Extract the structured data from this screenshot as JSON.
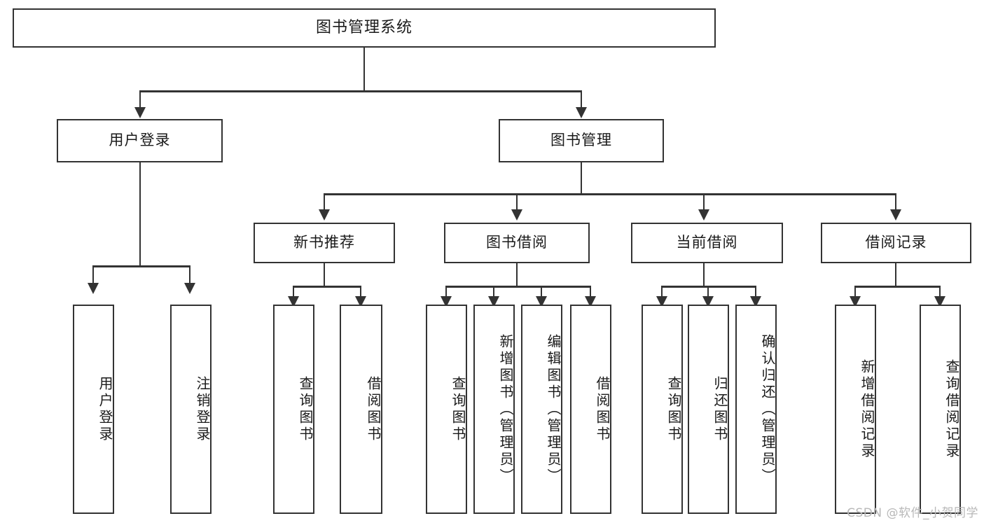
{
  "diagram": {
    "title": "图书管理系统",
    "type": "tree-hierarchy",
    "root": {
      "label": "图书管理系统"
    },
    "level2": [
      {
        "label": "用户登录"
      },
      {
        "label": "图书管理"
      }
    ],
    "level3": [
      {
        "label": "新书推荐",
        "parent": "图书管理"
      },
      {
        "label": "图书借阅",
        "parent": "图书管理"
      },
      {
        "label": "当前借阅",
        "parent": "图书管理"
      },
      {
        "label": "借阅记录",
        "parent": "图书管理"
      }
    ],
    "leaves": [
      {
        "label": "用户登录",
        "parent": "用户登录"
      },
      {
        "label": "注销登录",
        "parent": "用户登录"
      },
      {
        "label": "查询图书",
        "parent": "新书推荐"
      },
      {
        "label": "借阅图书",
        "parent": "新书推荐"
      },
      {
        "label": "查询图书",
        "parent": "图书借阅"
      },
      {
        "label": "新增图书（管理员）",
        "parent": "图书借阅"
      },
      {
        "label": "编辑图书（管理员）",
        "parent": "图书借阅"
      },
      {
        "label": "借阅图书",
        "parent": "图书借阅"
      },
      {
        "label": "查询图书",
        "parent": "当前借阅"
      },
      {
        "label": "归还图书",
        "parent": "当前借阅"
      },
      {
        "label": "确认归还（管理员）",
        "parent": "当前借阅"
      },
      {
        "label": "新增借阅记录",
        "parent": "借阅记录"
      },
      {
        "label": "查询借阅记录",
        "parent": "借阅记录"
      }
    ]
  },
  "watermark": {
    "text": "CSDN @软件_小贺同学"
  },
  "colors": {
    "line": "#333333",
    "background": "#ffffff",
    "text": "#1a1a1a",
    "watermark": "#b8b8b8"
  }
}
